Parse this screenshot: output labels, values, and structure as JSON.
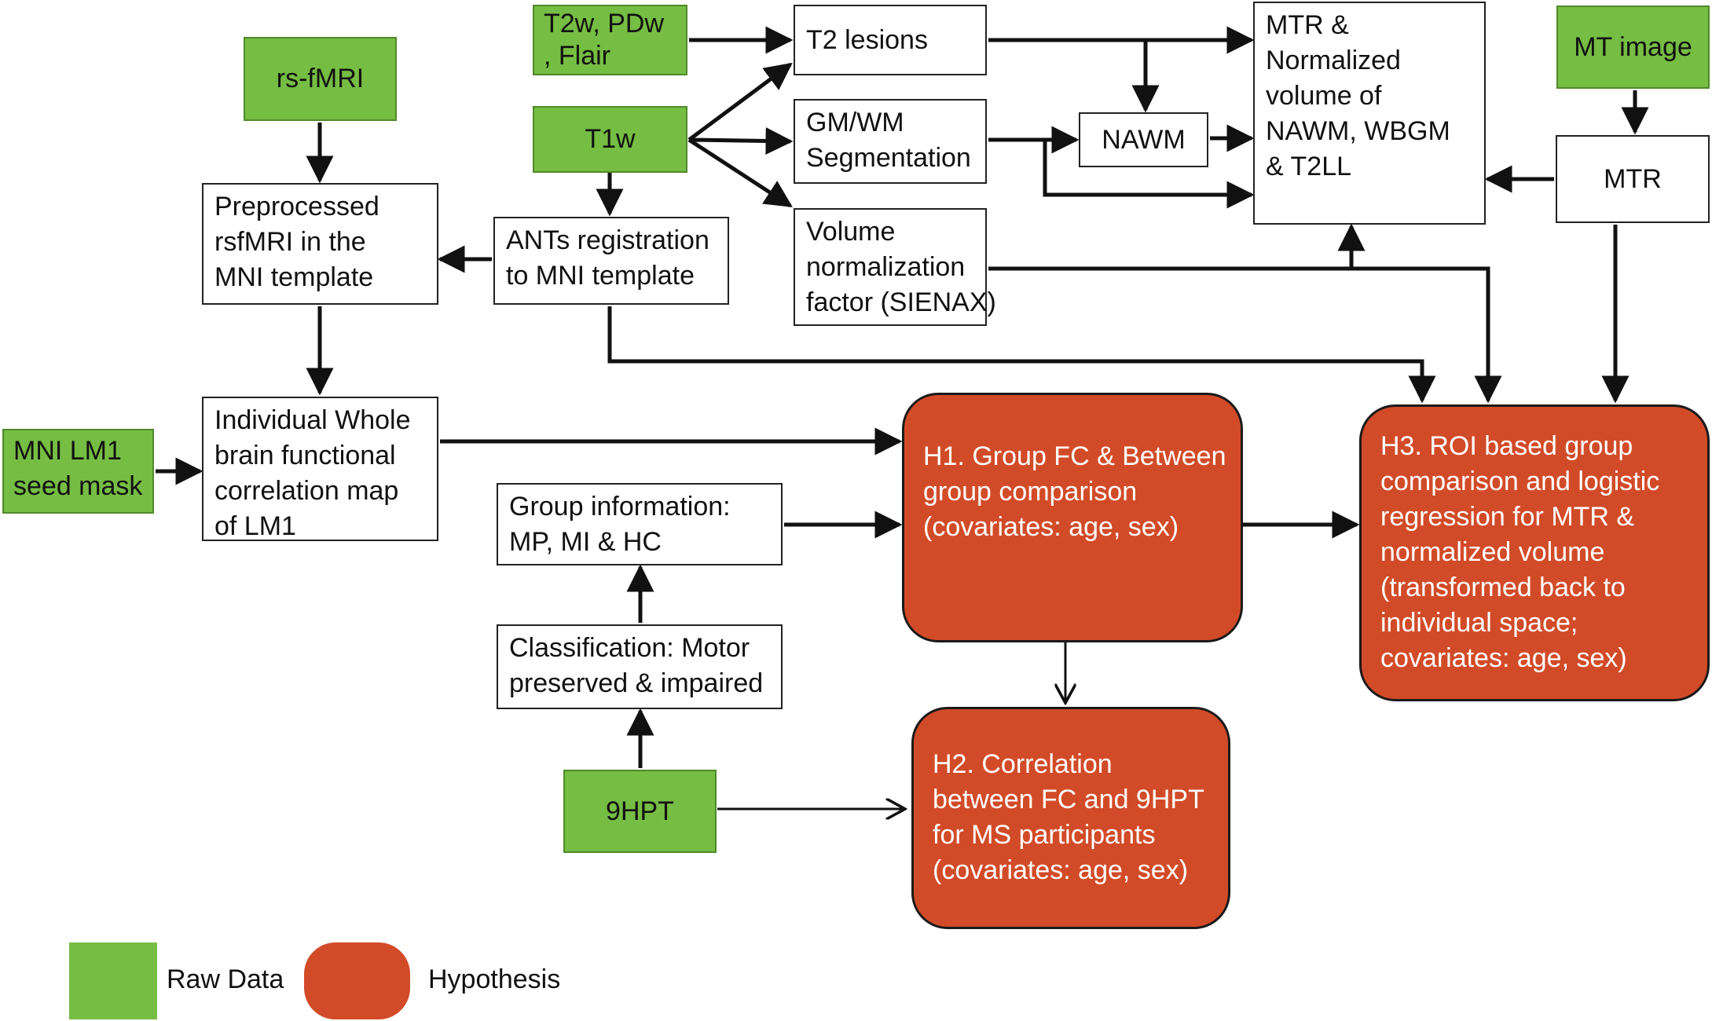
{
  "nodes": {
    "t2w": {
      "lines": [
        "T2w, PDw",
        ", Flair"
      ],
      "kind": "raw"
    },
    "rsfmri": {
      "lines": [
        "rs-fMRI"
      ],
      "kind": "raw"
    },
    "t1w": {
      "lines": [
        "T1w"
      ],
      "kind": "raw"
    },
    "mt_image": {
      "lines": [
        "MT image"
      ],
      "kind": "raw"
    },
    "mni_lm1": {
      "lines": [
        "MNI LM1",
        "seed mask"
      ],
      "kind": "raw"
    },
    "hpt9": {
      "lines": [
        "9HPT"
      ],
      "kind": "raw"
    },
    "t2_lesions": {
      "lines": [
        "T2 lesions"
      ],
      "kind": "process"
    },
    "gmwm": {
      "lines": [
        "GM/WM",
        "Segmentation"
      ],
      "kind": "process"
    },
    "volnorm": {
      "lines": [
        "Volume",
        "normalization",
        "factor (SIENAX)"
      ],
      "kind": "process"
    },
    "nawm": {
      "lines": [
        "NAWM"
      ],
      "kind": "process"
    },
    "mtr_norm": {
      "lines": [
        "MTR &",
        "Normalized",
        "volume of",
        "NAWM, WBGM",
        "& T2LL"
      ],
      "kind": "process"
    },
    "mtr": {
      "lines": [
        "MTR"
      ],
      "kind": "process"
    },
    "preproc": {
      "lines": [
        "Preprocessed",
        "rsfMRI in the",
        "MNI template"
      ],
      "kind": "process"
    },
    "ants": {
      "lines": [
        "ANTs registration",
        "to MNI template"
      ],
      "kind": "process"
    },
    "wholebrain": {
      "lines": [
        "Individual Whole",
        "brain functional",
        "correlation map",
        "of LM1"
      ],
      "kind": "process"
    },
    "groupinfo": {
      "lines": [
        "Group information:",
        "MP, MI & HC"
      ],
      "kind": "process"
    },
    "classif": {
      "lines": [
        "Classification: Motor",
        "preserved & impaired"
      ],
      "kind": "process"
    },
    "h1": {
      "lines": [
        "H1. Group FC & Between",
        "group comparison",
        "(covariates: age, sex)"
      ],
      "kind": "hypothesis"
    },
    "h2": {
      "lines": [
        "H2. Correlation",
        "between FC and 9HPT",
        "for MS participants",
        "(covariates: age, sex)"
      ],
      "kind": "hypothesis"
    },
    "h3": {
      "lines": [
        "H3. ROI based group",
        "comparison and logistic",
        "regression for MTR &",
        "normalized volume",
        "(transformed back to",
        "individual space;",
        "covariates: age, sex)"
      ],
      "kind": "hypothesis"
    }
  },
  "edges": [
    [
      "t2w",
      "t2_lesions"
    ],
    [
      "t1w",
      "t2_lesions"
    ],
    [
      "t1w",
      "gmwm"
    ],
    [
      "t1w",
      "volnorm"
    ],
    [
      "t1w",
      "ants"
    ],
    [
      "t2_lesions",
      "mtr_norm"
    ],
    [
      "t2_lesions",
      "nawm"
    ],
    [
      "gmwm",
      "nawm"
    ],
    [
      "gmwm",
      "mtr_norm"
    ],
    [
      "nawm",
      "mtr_norm"
    ],
    [
      "volnorm",
      "mtr_norm"
    ],
    [
      "volnorm",
      "h3"
    ],
    [
      "mt_image",
      "mtr"
    ],
    [
      "mtr",
      "mtr_norm"
    ],
    [
      "mtr",
      "h3"
    ],
    [
      "rsfmri",
      "preproc"
    ],
    [
      "ants",
      "preproc"
    ],
    [
      "ants",
      "h3"
    ],
    [
      "preproc",
      "wholebrain"
    ],
    [
      "mni_lm1",
      "wholebrain"
    ],
    [
      "wholebrain",
      "h1"
    ],
    [
      "groupinfo",
      "h1"
    ],
    [
      "classif",
      "groupinfo"
    ],
    [
      "hpt9",
      "classif"
    ],
    [
      "hpt9",
      "h2"
    ],
    [
      "h1",
      "h2"
    ],
    [
      "h1",
      "h3"
    ]
  ],
  "legend": {
    "raw_label": "Raw Data",
    "hyp_label": "Hypothesis"
  },
  "colors": {
    "raw": "#76bd43",
    "hypothesis": "#d24b28"
  }
}
